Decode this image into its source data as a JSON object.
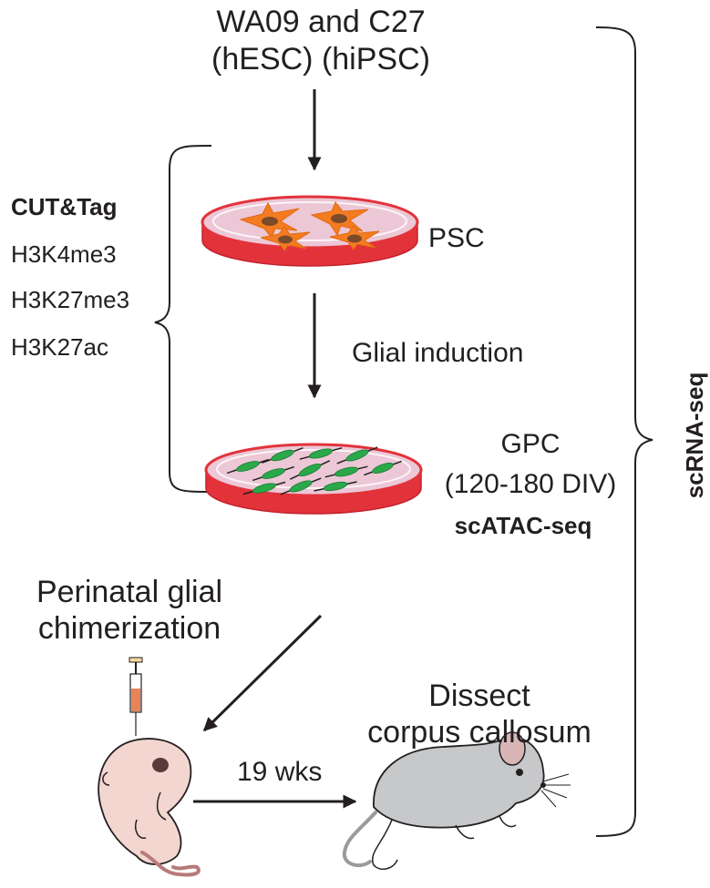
{
  "source": {
    "line1": "WA09 and C27",
    "line2": "(hESC) (hiPSC)"
  },
  "cut_tag": {
    "title": "CUT&Tag",
    "marks": [
      "H3K4me3",
      "H3K27me3",
      "H3K27ac"
    ]
  },
  "psc_label": "PSC",
  "induction_label": "Glial induction",
  "gpc": {
    "line1": "GPC",
    "line2": "(120-180 DIV)",
    "assay": "scATAC-seq"
  },
  "chimerization": {
    "line1": "Perinatal glial",
    "line2": "chimerization"
  },
  "dissect": {
    "line1": "Dissect",
    "line2": "corpus callosum"
  },
  "duration_label": "19 wks",
  "scrna_label": "scRNA-seq",
  "colors": {
    "text": "#231f20",
    "dish_rim": "#e2333b",
    "dish_fill": "#ecc7d6",
    "psc_cell": "#f47b20",
    "gpc_cell": "#2aa84a",
    "syringe_fluid": "#e9835a",
    "pup_skin": "#f3d6d0",
    "mouse_fur": "#c7c8ca"
  }
}
